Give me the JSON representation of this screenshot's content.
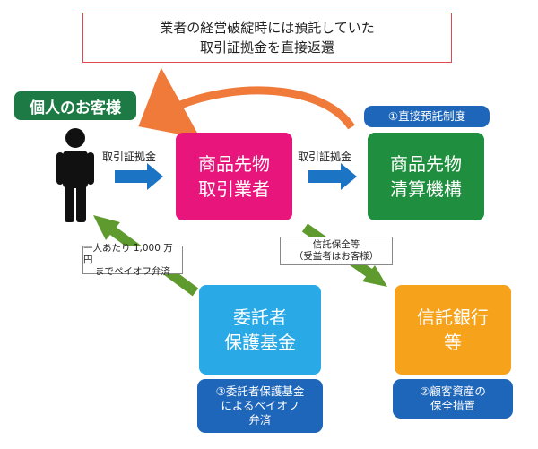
{
  "title": {
    "line1": "業者の経営破綻時には預託していた",
    "line2": "取引証拠金を直接返還"
  },
  "customer": {
    "label": "個人のお客様"
  },
  "broker": {
    "line1": "商品先物",
    "line2": "取引業者"
  },
  "clearing": {
    "line1": "商品先物",
    "line2": "清算機構"
  },
  "fund": {
    "line1": "委託者",
    "line2": "保護基金"
  },
  "bank": {
    "line1": "信託銀行",
    "line2": "等"
  },
  "arrows": {
    "customer_to_broker": "取引証拠金",
    "broker_to_clearing": "取引証拠金"
  },
  "notes": {
    "payoff": {
      "line1": "一人あたり 1,000 万円",
      "line2": "までペイオフ弁済"
    },
    "trust": {
      "line1": "信託保全等",
      "line2": "（受益者はお客様）"
    }
  },
  "measures": {
    "m1": "①直接預託制度",
    "m2": {
      "line1": "②顧客資産の",
      "line2": "保全措置"
    },
    "m3": {
      "line1": "③委託者保護基金",
      "line2": "によるペイオフ",
      "line3": "弁済"
    }
  },
  "colors": {
    "title_border": "#e0484f",
    "customer_label": "#1e7a45",
    "broker": "#e8167c",
    "clearing": "#1f8e3e",
    "fund": "#29a9e6",
    "bank": "#f6a21b",
    "measure_pill": "#1d66b9",
    "blue_arrow": "#1b74c4",
    "green_arrow": "#5f9a2f",
    "orange_arrow": "#ef7a3a",
    "person": "#111111"
  }
}
